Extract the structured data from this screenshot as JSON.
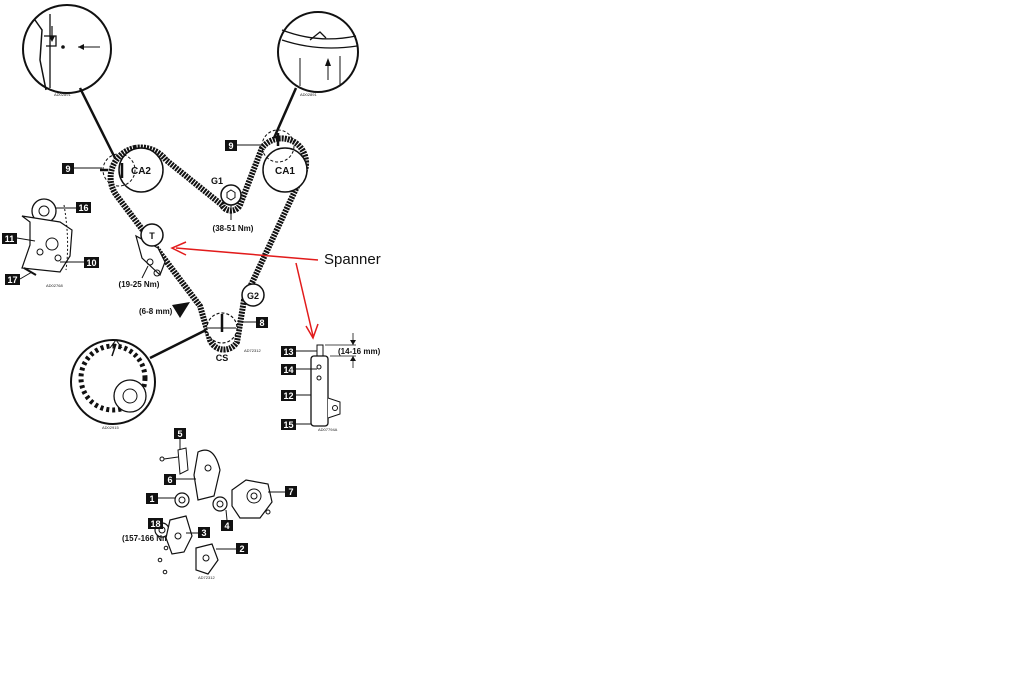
{
  "pulleys": {
    "ca2": "CA2",
    "ca1": "CA1",
    "g1": "G1",
    "tensioner": "T",
    "g2": "G2",
    "cs": "CS"
  },
  "torques": {
    "g1": "(38-51 Nm)",
    "tensioner": "(19-25 Nm)",
    "deflection": "(6-8 mm)",
    "pushrod": "(14-16 mm)",
    "crank_bolt": "(157-166 Nm)"
  },
  "callouts": {
    "c9_left": "9",
    "c9_right": "9",
    "c16": "16",
    "c11": "11",
    "c10": "10",
    "c17": "17",
    "c8": "8",
    "c13": "13",
    "c14": "14",
    "c12": "12",
    "c15": "15",
    "c5": "5",
    "c6": "6",
    "c7": "7",
    "c1": "1",
    "c4": "4",
    "c18": "18",
    "c3": "3",
    "c2": "2"
  },
  "annotation": {
    "spanner_text": "Spanner",
    "color": "#e21b1b"
  },
  "figure_codes": {
    "top_left": "AD02891",
    "top_right": "AD02891",
    "tensioner_detail": "AD02768",
    "cs_center": "AD72312",
    "crank_detail": "AD02915",
    "pushrod_detail": "AD07794A",
    "parts_exploded": "AD72312"
  }
}
